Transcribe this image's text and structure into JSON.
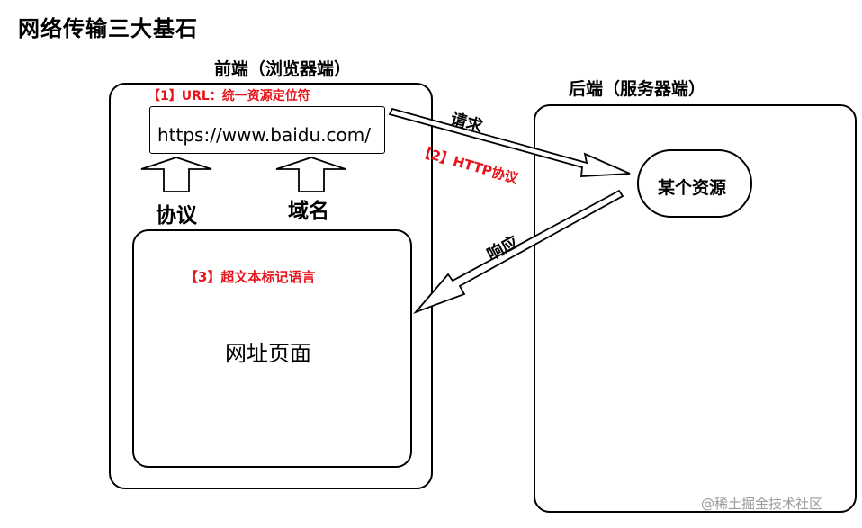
{
  "title": "网络传输三大基石",
  "frontend": {
    "label": "前端（浏览器端）",
    "url_note": "【1】URL：统一资源定位符",
    "url_value": "https://www.baidu.com/",
    "protocol_label": "协议",
    "domain_label": "域名",
    "html_note": "【3】超文本标记语言",
    "page_label": "网址页面"
  },
  "backend": {
    "label": "后端（服务器端）",
    "resource_label": "某个资源"
  },
  "arrows": {
    "request_label": "请求",
    "http_note": "【2】HTTP协议",
    "response_label": "响应"
  },
  "watermark": "@稀土掘金技术社区"
}
